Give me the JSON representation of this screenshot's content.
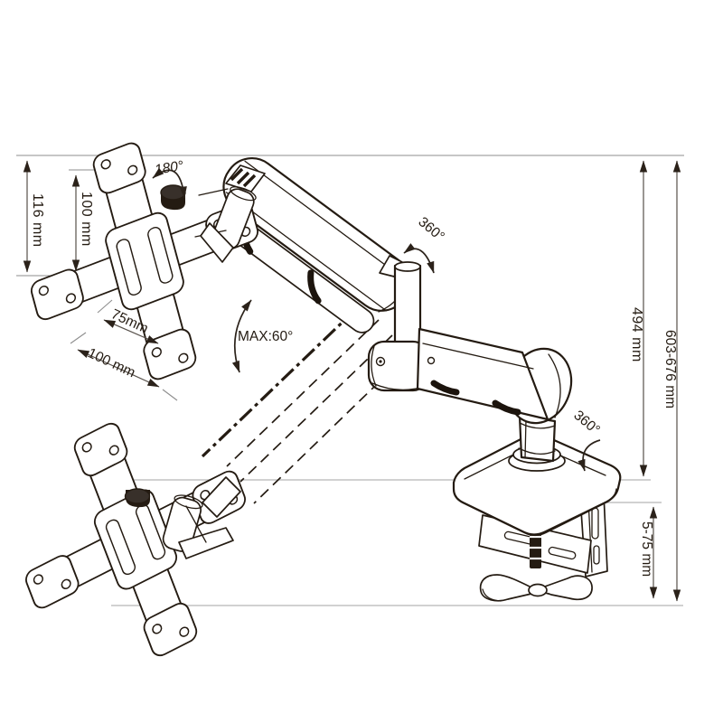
{
  "diagram": {
    "type": "technical-line-drawing",
    "subject": "Gas-spring desk mount monitor arm with dimension callouts",
    "background_color": "#ffffff",
    "line_color": "#241b12",
    "reference_line_color": "#c2c2c2"
  },
  "annotations": {
    "vesa_rotation": "180°",
    "upper_joint_swivel": "360°",
    "base_swivel": "360°",
    "arm_tilt_max": "MAX:60°"
  },
  "dimensions": {
    "plate_height": "116 mm",
    "vesa_vertical_spacing": "100 mm",
    "vesa_horizontal_spacing_small": "75mm",
    "vesa_horizontal_spacing_large": "100 mm",
    "pole_top_to_desk_height": "494 mm",
    "overall_height_range": "603-676 mm",
    "clamp_desk_thickness_range": "5-75 mm"
  }
}
